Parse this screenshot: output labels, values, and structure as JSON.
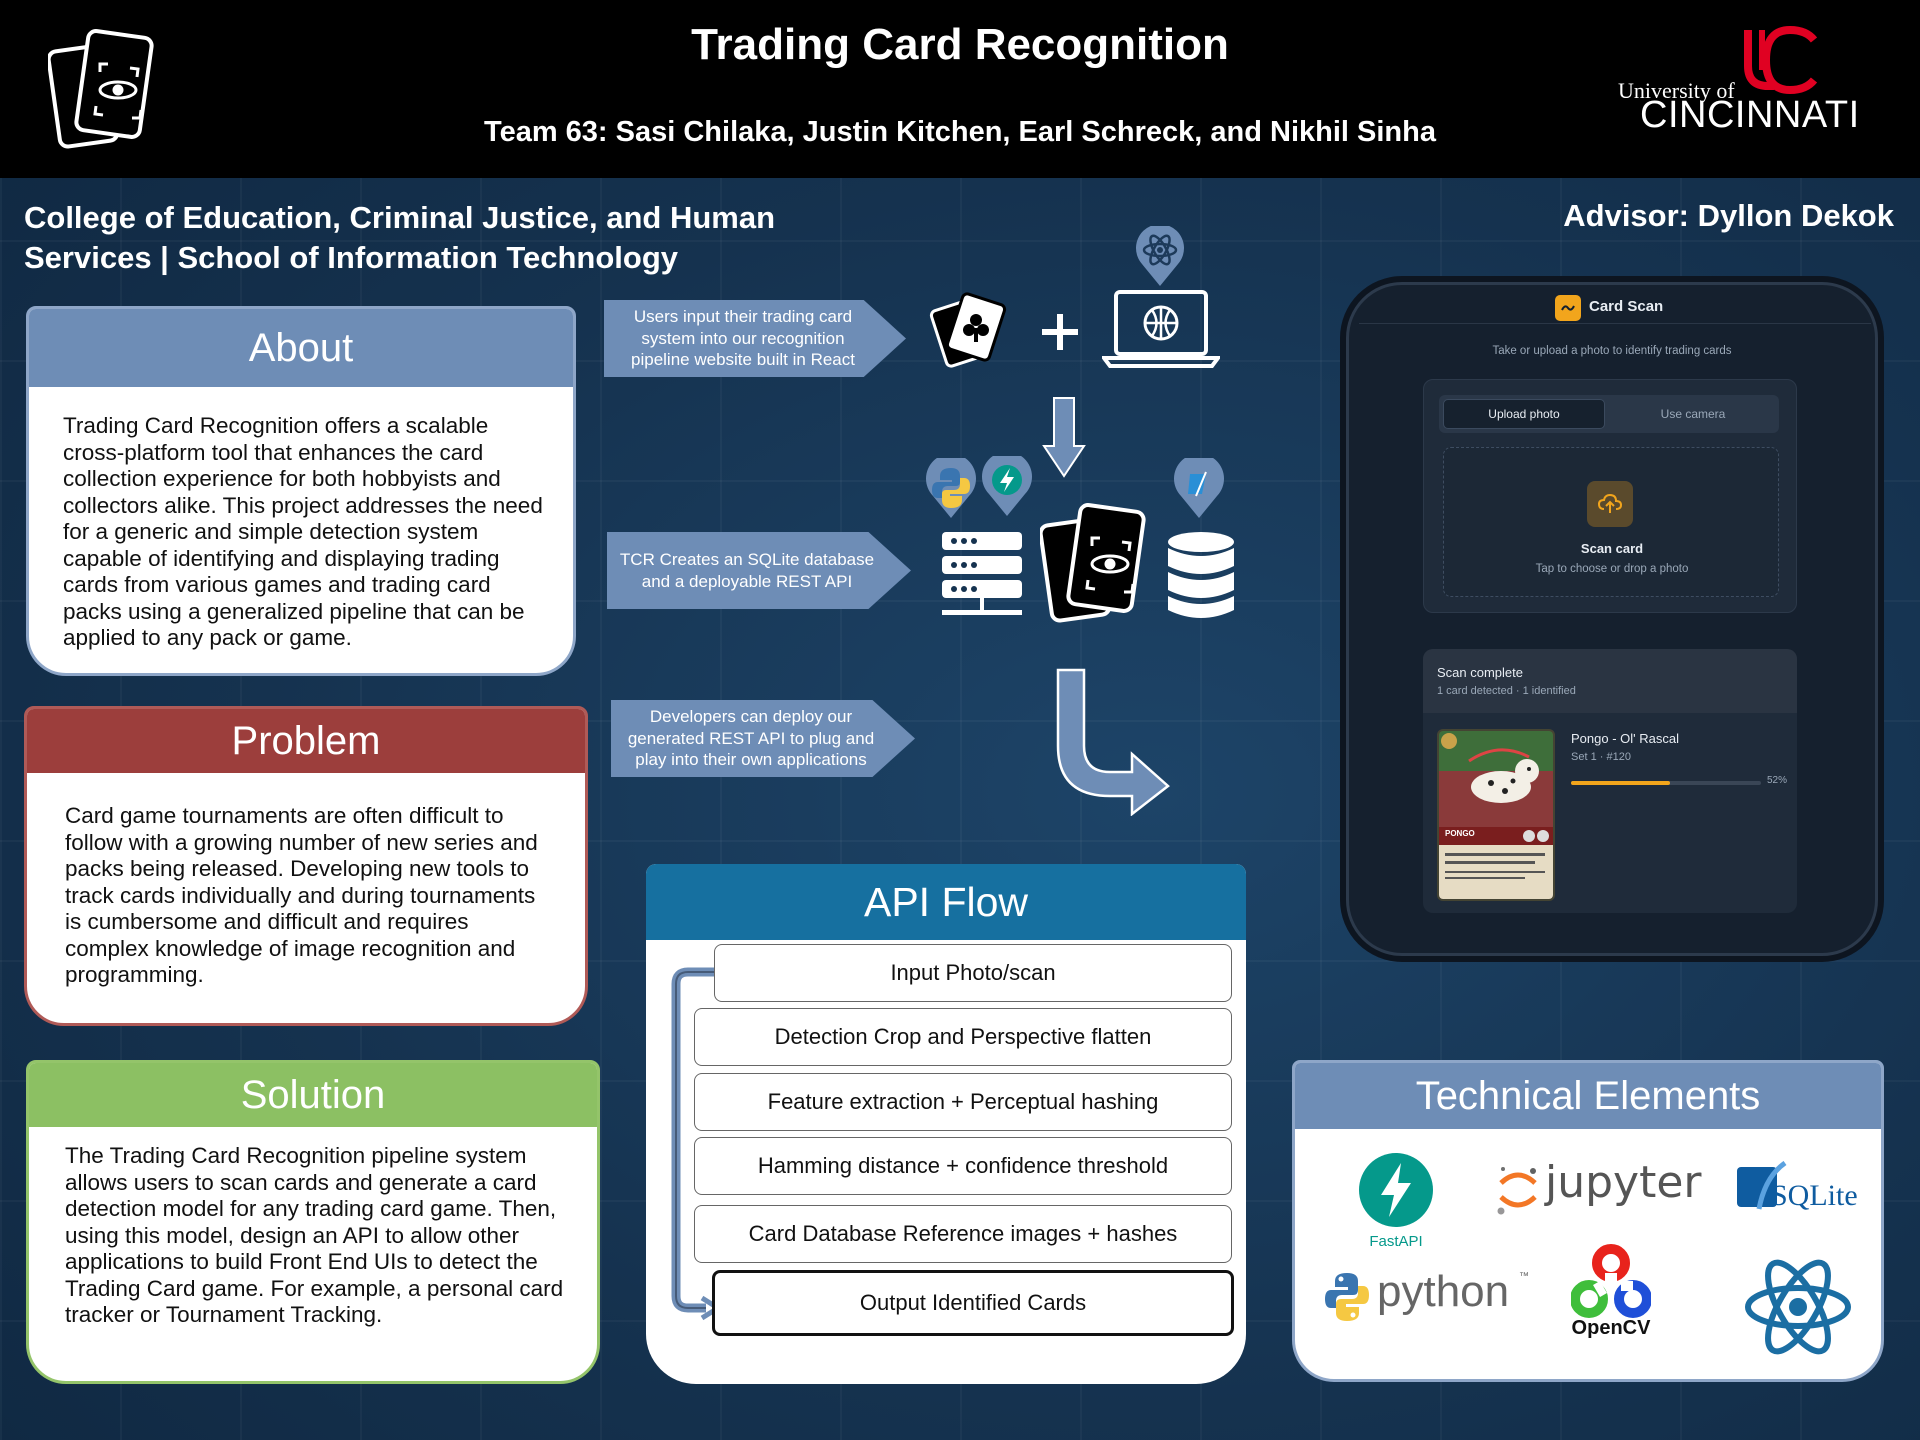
{
  "header": {
    "title": "Trading Card  Recognition",
    "team": "Team 63: Sasi Chilaka, Justin Kitchen, Earl Schreck, and Nikhil Sinha",
    "logo_univ": "University of",
    "logo_name": "CINCINNATI"
  },
  "college": "College of Education, Criminal Justice, and Human Services | School of Information Technology",
  "advisor": "Advisor: Dyllon Dekok",
  "about": {
    "title": "About",
    "body": "Trading Card Recognition offers a scalable cross-platform tool that enhances the card collection experience for both hobbyists and collectors alike. This project addresses the need for a generic and simple detection system capable of identifying and displaying trading cards from various games and trading card packs using a generalized pipeline that can be applied to any pack or game."
  },
  "problem": {
    "title": "Problem",
    "body": "Card game tournaments are often difficult to follow with a growing number of new series and packs being released. Developing new tools to track cards individually and during tournaments is cumbersome and difficult and requires complex knowledge of image recognition and programming."
  },
  "solution": {
    "title": "Solution",
    "body": "The Trading Card Recognition pipeline system allows users to scan cards and generate a card detection model for any trading card game. Then, using this model, design an API to allow other applications to build Front End UIs to detect the Trading Card game.  For example, a personal card tracker or Tournament Tracking."
  },
  "callouts": [
    "Users input their trading card system into our recognition pipeline website built in React",
    "TCR Creates an SQLite database and a deployable REST API",
    "Developers can deploy our generated REST API to plug and play into their own applications"
  ],
  "api_flow": {
    "title": "API Flow",
    "steps": [
      "Input Photo/scan",
      "Detection Crop and Perspective flatten",
      "Feature extraction + Perceptual hashing",
      "Hamming distance + confidence threshold",
      "Card Database Reference images + hashes",
      "Output Identified Cards"
    ]
  },
  "tech": {
    "title": "Technical Elements",
    "fastapi": "FastAPI",
    "jupyter": "jupyter",
    "sqlite": "SQLite",
    "python": "python",
    "tm": "™",
    "opencv": "OpenCV"
  },
  "phone": {
    "app_title": "Card Scan",
    "subtitle": "Take or upload a photo to identify trading cards",
    "tab_upload": "Upload photo",
    "tab_camera": "Use camera",
    "scan_title": "Scan card",
    "scan_hint": "Tap to choose or drop a photo",
    "result_title": "Scan complete",
    "result_sub": "1 card detected · 1 identified",
    "card_name": "Pongo - Ol' Rascal",
    "card_set": "Set 1 · #120",
    "confidence_label": "52%",
    "confidence": 0.52,
    "card_label": "PONGO"
  },
  "colors": {
    "about": "#6e8db6",
    "problem": "#9c3e3c",
    "solution": "#8cc063",
    "api": "#1670a0",
    "uc_red": "#e00122",
    "accent": "#f2a51c"
  }
}
